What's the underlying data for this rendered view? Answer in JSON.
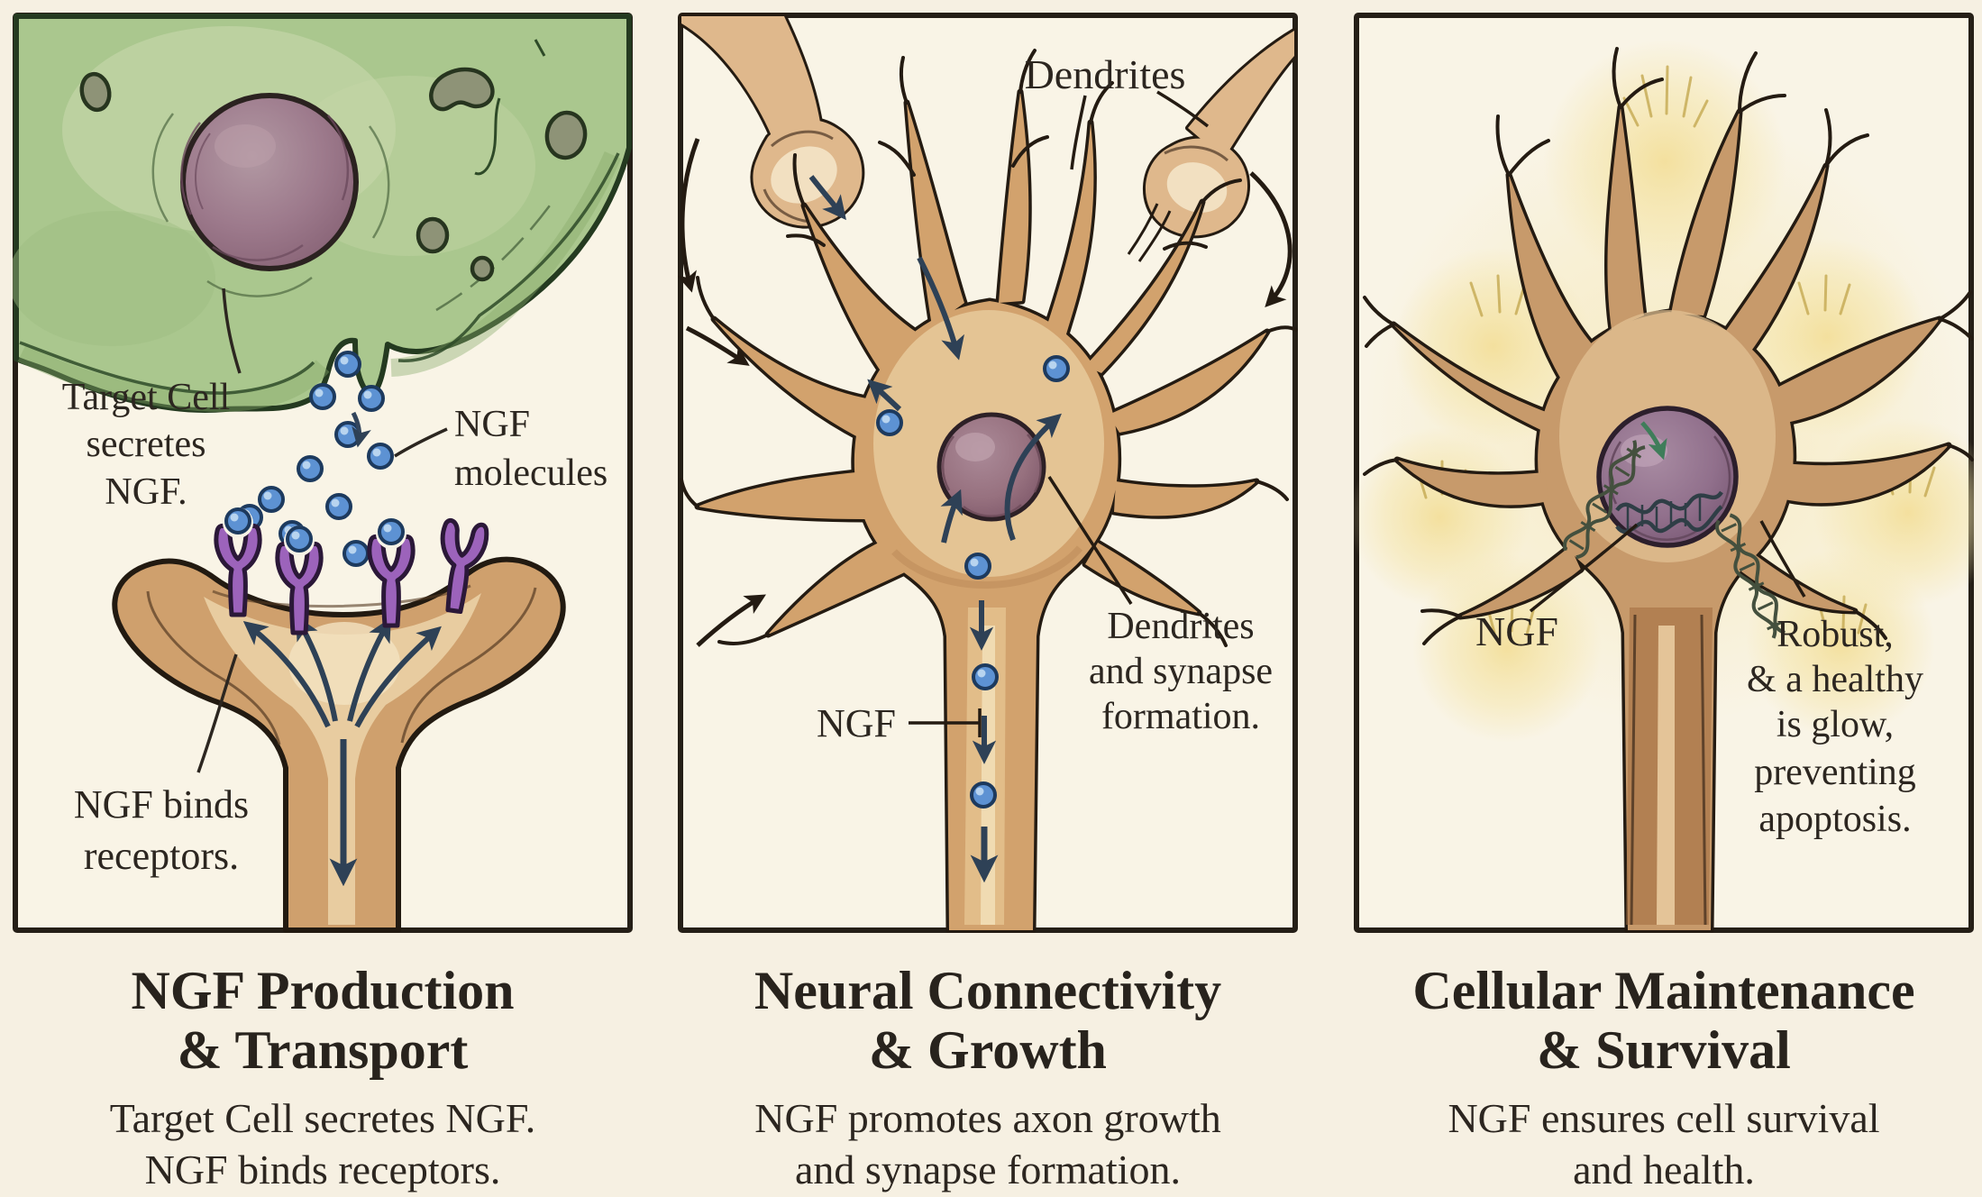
{
  "colors": {
    "background": "#f6f0e2",
    "panel_background": "#f9f4e6",
    "ink_outline": "#241b12",
    "text": "#2c2620",
    "cell_green": "#aac78e",
    "cell_green_edge": "#86a968",
    "nucleus_purple": "#9b7386",
    "ngf_blue": "#5d92d3",
    "receptor_purple": "#9c63bb",
    "neuron_tan": "#d2a26d",
    "neuron_tan_light": "#e9cfa2",
    "axon_brown": "#a06b3e",
    "arrow_slate": "#2e4156",
    "glow_yellow": "#f3df9b",
    "dna_teal": "#2f3e46",
    "green_arrow": "#3f7d5a"
  },
  "panels": [
    {
      "name": "ngf-production-transport",
      "title_lines": [
        "NGF Production",
        "& Transport"
      ],
      "subtitle_lines": [
        "Target Cell secretes NGF.",
        "NGF binds receptors."
      ],
      "labels": {
        "target_cell_1": "Target Cell",
        "target_cell_2": "secretes",
        "target_cell_3": "NGF.",
        "ngf_molecules_1": "NGF",
        "ngf_molecules_2": "molecules",
        "ngf_binds_1": "NGF binds",
        "ngf_binds_2": "receptors."
      }
    },
    {
      "name": "neural-connectivity-growth",
      "title_lines": [
        "Neural Connectivity",
        "& Growth"
      ],
      "subtitle_lines": [
        "NGF promotes axon growth",
        "and synapse formation."
      ],
      "labels": {
        "dendrites": "Dendrites",
        "ngf": "NGF",
        "synapse_1": "Dendrites",
        "synapse_2": "and synapse",
        "synapse_3": "formation."
      }
    },
    {
      "name": "cellular-maintenance-survival",
      "title_lines": [
        "Cellular Maintenance",
        "& Survival"
      ],
      "subtitle_lines": [
        "NGF ensures cell survival",
        "and health."
      ],
      "labels": {
        "ngf": "NGF",
        "robust_1": "Robust,",
        "robust_2": "& a healthy",
        "robust_3": "is glow,",
        "robust_4": "preventing",
        "robust_5": "apoptosis."
      }
    }
  ]
}
